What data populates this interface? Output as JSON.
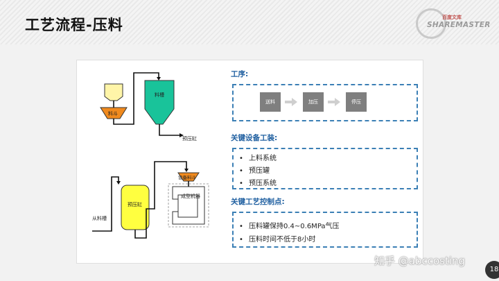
{
  "slide": {
    "title": "工艺流程-压料"
  },
  "logo": {
    "text": "SHAREMASTER",
    "tag": "百度文库"
  },
  "diagram": {
    "hopper": "料斗",
    "tank": "料槽",
    "pre_press_out": "预压缸",
    "from_tank": "从料槽",
    "pre_press_tank": "预压缸",
    "feed_slot": "设备料斗",
    "molding": "成型机器"
  },
  "process": {
    "heading": "工序:",
    "steps": [
      "送料",
      "加压",
      "停压"
    ]
  },
  "equipment": {
    "heading": "关键设备工装:",
    "items": [
      "上料系统",
      "预压罐",
      "预压系统"
    ]
  },
  "control": {
    "heading": "关键工艺控制点:",
    "items": [
      "压料罐保持0.4~0.6MPa气压",
      "压料时间不低于8小时"
    ]
  },
  "watermark": "知乎 @abccosting",
  "page_number": "18",
  "colors": {
    "heading": "#1f5fa0",
    "dashed_border": "#3b7fb5",
    "step_box": "#7f7f7f",
    "hopper": "#fff5a8",
    "funnel": "#f08a1e",
    "tank": "#19c39a",
    "pre_press": "#ffff40"
  }
}
